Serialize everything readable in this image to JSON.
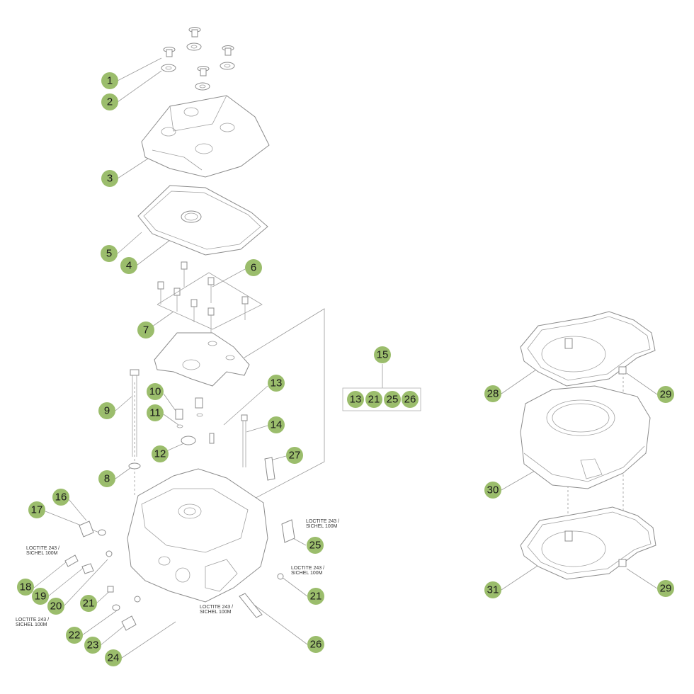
{
  "diagram": {
    "callouts": [
      {
        "id": "c1",
        "label": "1"
      },
      {
        "id": "c2",
        "label": "2"
      },
      {
        "id": "c3",
        "label": "3"
      },
      {
        "id": "c5",
        "label": "5"
      },
      {
        "id": "c4",
        "label": "4"
      },
      {
        "id": "c6",
        "label": "6"
      },
      {
        "id": "c7",
        "label": "7"
      },
      {
        "id": "c15",
        "label": "15"
      },
      {
        "id": "c13",
        "label": "13"
      },
      {
        "id": "c10",
        "label": "10"
      },
      {
        "id": "c9",
        "label": "9"
      },
      {
        "id": "c11",
        "label": "11"
      },
      {
        "id": "c14",
        "label": "14"
      },
      {
        "id": "c12",
        "label": "12"
      },
      {
        "id": "c27",
        "label": "27"
      },
      {
        "id": "c8",
        "label": "8"
      },
      {
        "id": "c16",
        "label": "16"
      },
      {
        "id": "c17",
        "label": "17"
      },
      {
        "id": "c25",
        "label": "25"
      },
      {
        "id": "c21a",
        "label": "21"
      },
      {
        "id": "c18",
        "label": "18"
      },
      {
        "id": "c19",
        "label": "19"
      },
      {
        "id": "c20",
        "label": "20"
      },
      {
        "id": "c21b",
        "label": "21"
      },
      {
        "id": "c22",
        "label": "22"
      },
      {
        "id": "c23",
        "label": "23"
      },
      {
        "id": "c24",
        "label": "24"
      },
      {
        "id": "c26",
        "label": "26"
      },
      {
        "id": "c28",
        "label": "28"
      },
      {
        "id": "c29a",
        "label": "29"
      },
      {
        "id": "c30",
        "label": "30"
      },
      {
        "id": "c31",
        "label": "31"
      },
      {
        "id": "c29b",
        "label": "29"
      }
    ],
    "kit_group": {
      "parent_label": "15",
      "members": [
        "13",
        "21",
        "25",
        "26"
      ]
    },
    "notes": [
      {
        "id": "n1",
        "lines": [
          "LOCTITE 243 /",
          "SICHEL 100M"
        ]
      },
      {
        "id": "n2",
        "lines": [
          "LOCTITE 243 /",
          "SICHEL 100M"
        ]
      },
      {
        "id": "n3",
        "lines": [
          "LOCTITE 243 /",
          "SICHEL 100M"
        ]
      },
      {
        "id": "n4",
        "lines": [
          "LOCTITE 243 /",
          "SICHEL 100M"
        ]
      },
      {
        "id": "n5",
        "lines": [
          "LOCTITE 243 /",
          "SICHEL 100M"
        ]
      }
    ],
    "colors": {
      "callout_fill": "#9bbd6c",
      "line": "#9a9a9a"
    }
  }
}
